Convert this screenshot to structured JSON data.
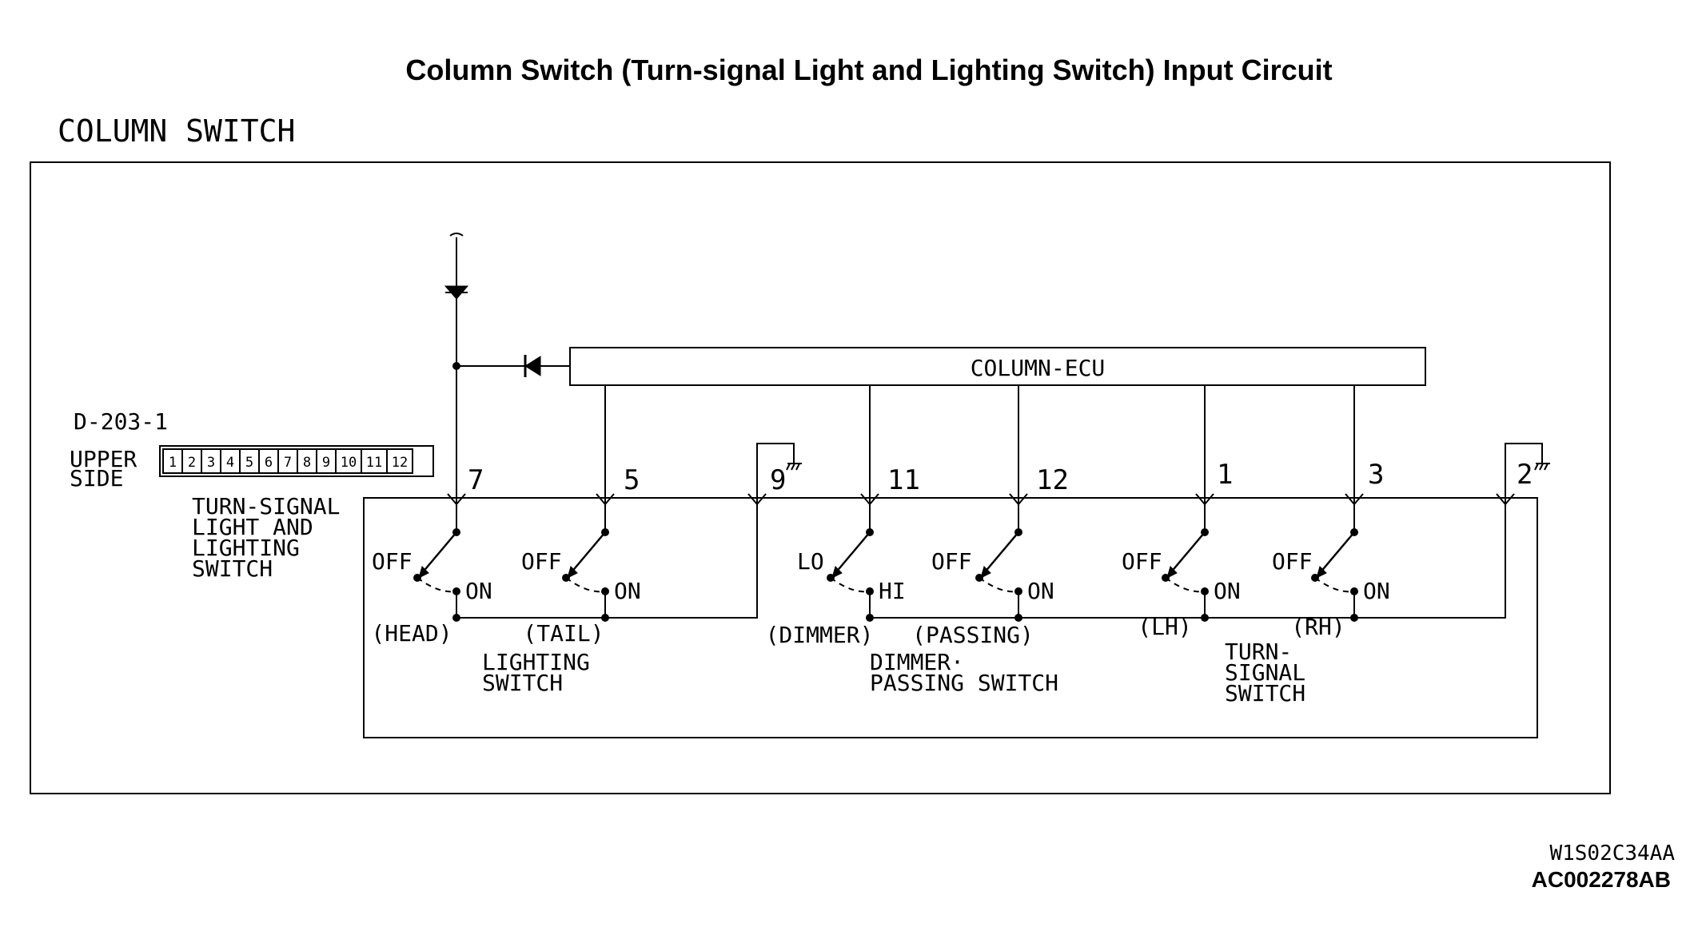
{
  "title": "Column Switch (Turn-signal Light and Lighting Switch) Input Circuit",
  "section_label": "COLUMN SWITCH",
  "ecu_label": "COLUMN-ECU",
  "connector": {
    "id": "D-203-1",
    "side_line1": "UPPER",
    "side_line2": "SIDE",
    "pins": [
      "1",
      "2",
      "3",
      "4",
      "5",
      "6",
      "7",
      "8",
      "9",
      "10",
      "11",
      "12"
    ]
  },
  "assembly_label": [
    "TURN-SIGNAL",
    "LIGHT AND",
    "LIGHTING",
    "SWITCH"
  ],
  "terminals": [
    "7",
    "5",
    "9",
    "11",
    "12",
    "1",
    "3",
    "2"
  ],
  "switches": [
    {
      "off": "OFF",
      "on": "ON",
      "name": "(HEAD)"
    },
    {
      "off": "OFF",
      "on": "ON",
      "name": "(TAIL)"
    },
    {
      "off": "LO",
      "on": "HI",
      "name": "(DIMMER)"
    },
    {
      "off": "OFF",
      "on": "ON",
      "name": "(PASSING)"
    },
    {
      "off": "OFF",
      "on": "ON",
      "name": "(LH)"
    },
    {
      "off": "OFF",
      "on": "ON",
      "name": "(RH)"
    }
  ],
  "groups": {
    "lighting": [
      "LIGHTING",
      "SWITCH"
    ],
    "dimmer": [
      "DIMMER·",
      "PASSING SWITCH"
    ],
    "turn": [
      "TURN-",
      "SIGNAL",
      "SWITCH"
    ]
  },
  "codes": {
    "code1": "W1S02C34AA",
    "code2": "AC002278AB"
  }
}
